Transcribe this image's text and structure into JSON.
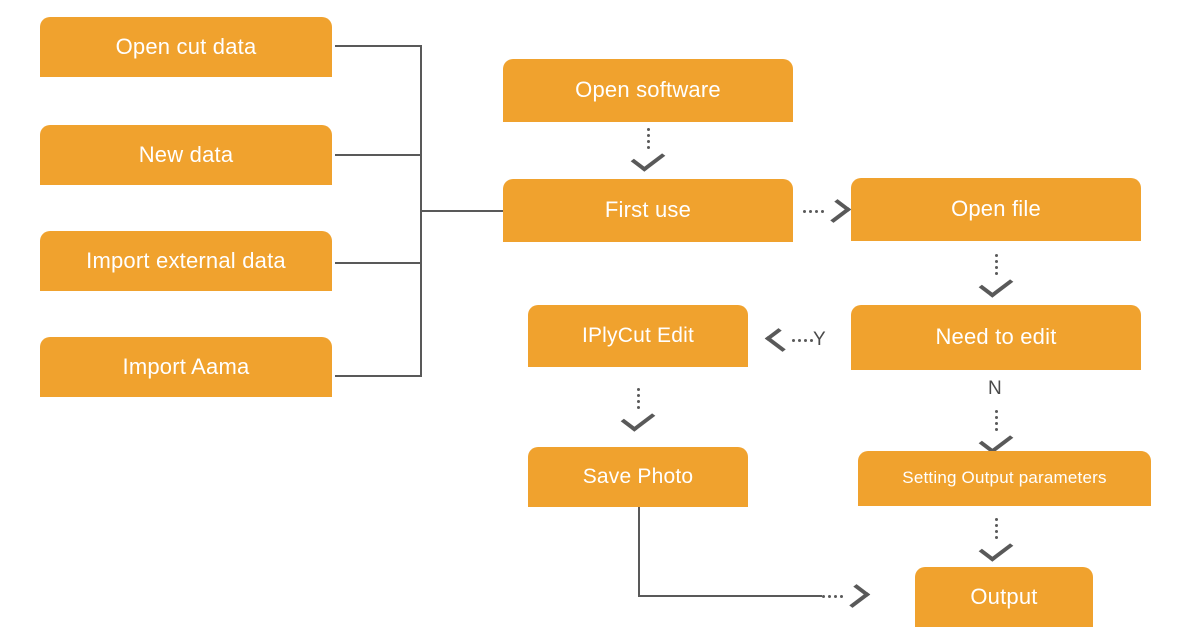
{
  "diagram": {
    "title": "Software workflow flowchart",
    "accent_color": "#F0A22E",
    "line_color": "#595959",
    "text_color": "#FFFFFF",
    "background": "#FFFFFF"
  },
  "nodes": {
    "open_cut_data": {
      "label": "Open cut data"
    },
    "new_data": {
      "label": "New data"
    },
    "import_external_data": {
      "label": "Import external data"
    },
    "import_aama": {
      "label": "Import Aama"
    },
    "open_software": {
      "label": "Open software"
    },
    "first_use": {
      "label": "First use"
    },
    "open_file": {
      "label": "Open file"
    },
    "need_to_edit": {
      "label": "Need to edit"
    },
    "iplycut_edit": {
      "label": "IPlyCut Edit"
    },
    "save_photo": {
      "label": "Save Photo"
    },
    "setting_output_parameters": {
      "label": "Setting Output parameters"
    },
    "output": {
      "label": "Output"
    }
  },
  "branch_labels": {
    "yes": "Y",
    "no": "N"
  },
  "icons": {
    "arrow_down": "dotted-arrow-down-icon",
    "arrow_right": "dotted-arrow-right-icon",
    "arrow_left": "dotted-arrow-left-icon"
  }
}
